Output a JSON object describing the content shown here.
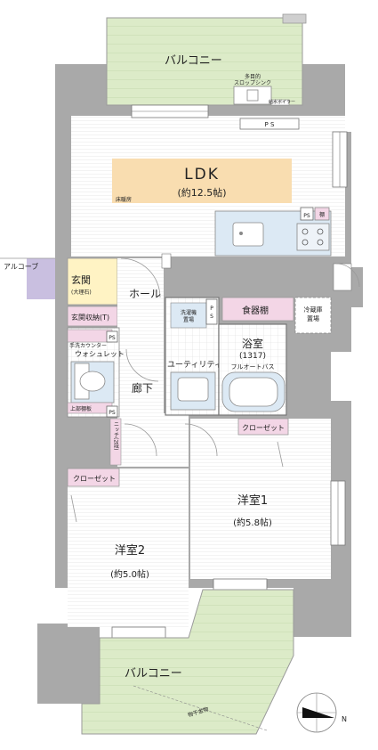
{
  "labels": {
    "balcony_top": "バルコニー",
    "multi_sink": "多目的\nスロップシンク",
    "water_heater": "給水ボイラー",
    "ps_top": "P S",
    "ldk": "LDK",
    "ldk_size": "(約12.5帖)",
    "floor_heating": "床暖房",
    "ps_kitchen": "PS",
    "shelf_kitchen": "棚",
    "alcove": "アルコーブ",
    "entrance": "玄関",
    "entrance_sub": "(大理石)",
    "entrance_storage": "玄関収納(T)",
    "hall": "ホール",
    "washer_area": "洗濯機\n置場",
    "ps_utility": "P\nS",
    "cupboard": "食器棚",
    "fridge": "冷蔵庫\n置場",
    "hand_wash": "手洗カウンター",
    "ps_toilet": "PS",
    "washlet": "ウォシュレット",
    "upper_shelf": "上部棚板",
    "ps_toilet_low": "PS",
    "bathroom": "浴室",
    "bathroom_size": "(1317)",
    "full_auto_bath": "フルオートバス",
    "utility": "ユーティリティ",
    "corridor": "廊下",
    "niche": "ニッチ(2段)",
    "closet_room1": "クローゼット",
    "closet_room2": "クローゼット",
    "room1": "洋室1",
    "room1_size": "(約5.8帖)",
    "room2": "洋室2",
    "room2_size": "(約5.0帖)",
    "balcony_bottom": "バルコニー",
    "clothes_hanger": "物干金物",
    "compass_n": "N"
  },
  "colors": {
    "wall": "#a9a9a9",
    "balcony": "#dcebc8",
    "floor_heating": "#f9ddb0",
    "kitchen": "#dce9f4",
    "storage": "#f3d6e6",
    "entrance": "#fff3c4",
    "alcove": "#c9bfe0",
    "floor": "#ffffff"
  }
}
